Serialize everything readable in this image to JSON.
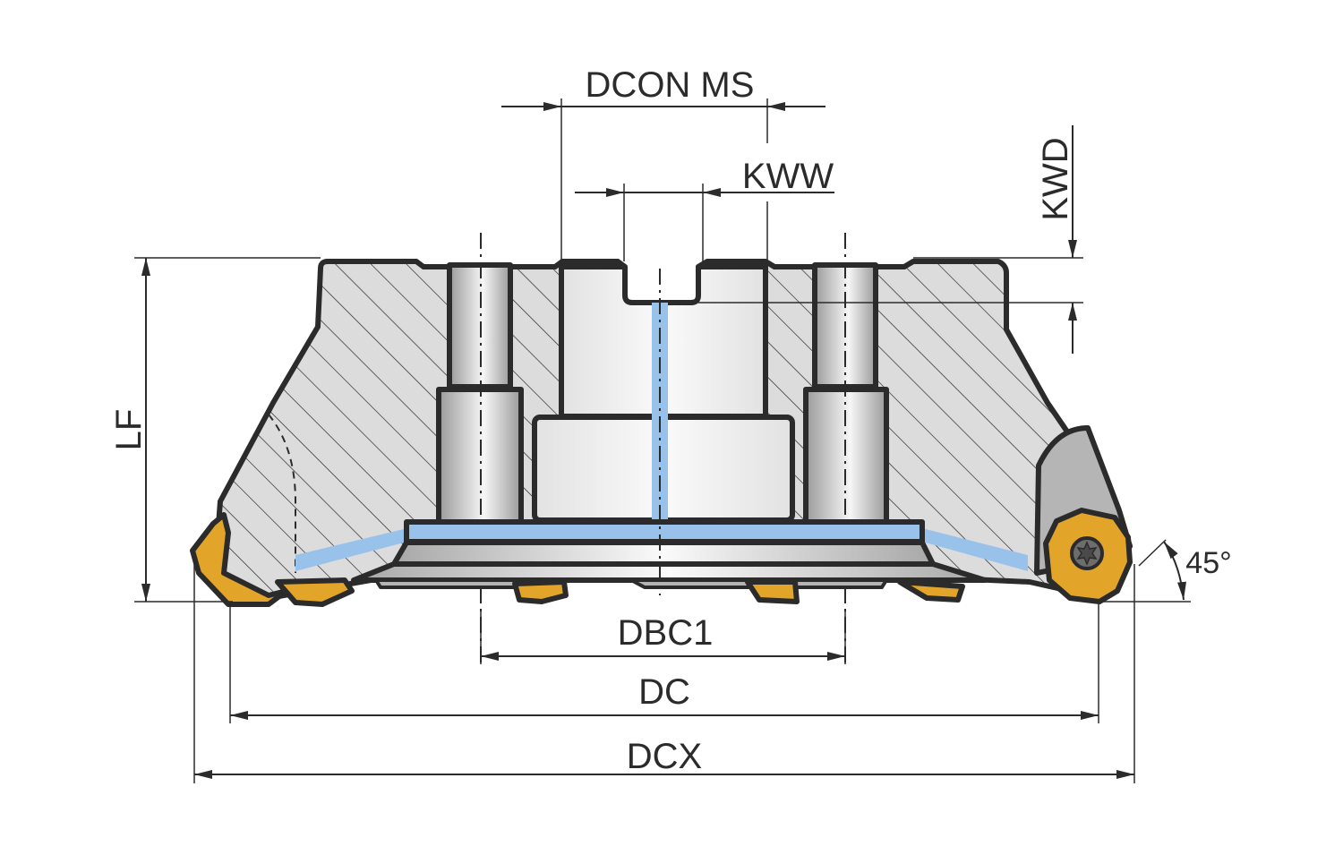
{
  "drawing": {
    "title": "Face milling cutter cross-section with dimensions",
    "colors": {
      "body_fill": "#dcdcdc",
      "outline": "#2b2b2b",
      "insert": "#e3a529",
      "coolant": "#99c2ea",
      "bore_light": "#f4f4f4",
      "bore_dark": "#9a9a9a",
      "pocket": "#b5b5b5"
    },
    "labels": {
      "dcon_ms": "DCON MS",
      "kww": "KWW",
      "kwd": "KWD",
      "lf": "LF",
      "dbc1": "DBC1",
      "dc": "DC",
      "dcx": "DCX",
      "angle": "45°"
    }
  }
}
